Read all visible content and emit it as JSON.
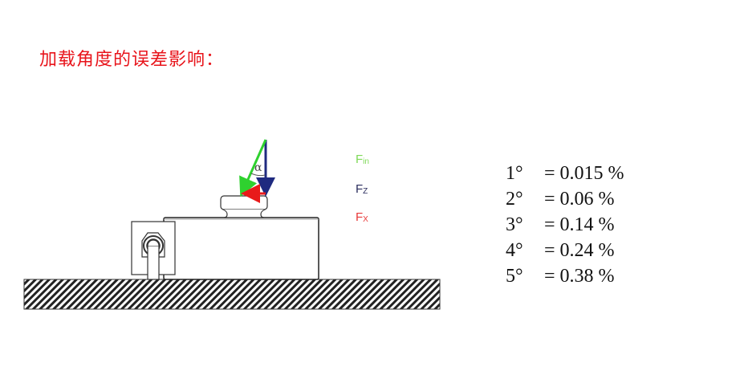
{
  "title": "加载角度的误差影响：",
  "diagram": {
    "angle_symbol": "α",
    "legend": [
      {
        "main": "F",
        "sub": "in",
        "color": "#7ed957"
      },
      {
        "main": "F",
        "sub": "Z",
        "color": "#2b2d5e"
      },
      {
        "main": "F",
        "sub": "X",
        "color": "#e83a3a"
      }
    ],
    "colors": {
      "fin_arrow": "#2fd12f",
      "fz_arrow": "#1f2a80",
      "fx_arrow": "#e81a1a"
    }
  },
  "results": [
    {
      "angle": "1°",
      "error": "= 0.015 %"
    },
    {
      "angle": "2°",
      "error": "= 0.06 %"
    },
    {
      "angle": "3°",
      "error": "= 0.14 %"
    },
    {
      "angle": "4°",
      "error": "= 0.24 %"
    },
    {
      "angle": "5°",
      "error": "= 0.38 %"
    }
  ]
}
